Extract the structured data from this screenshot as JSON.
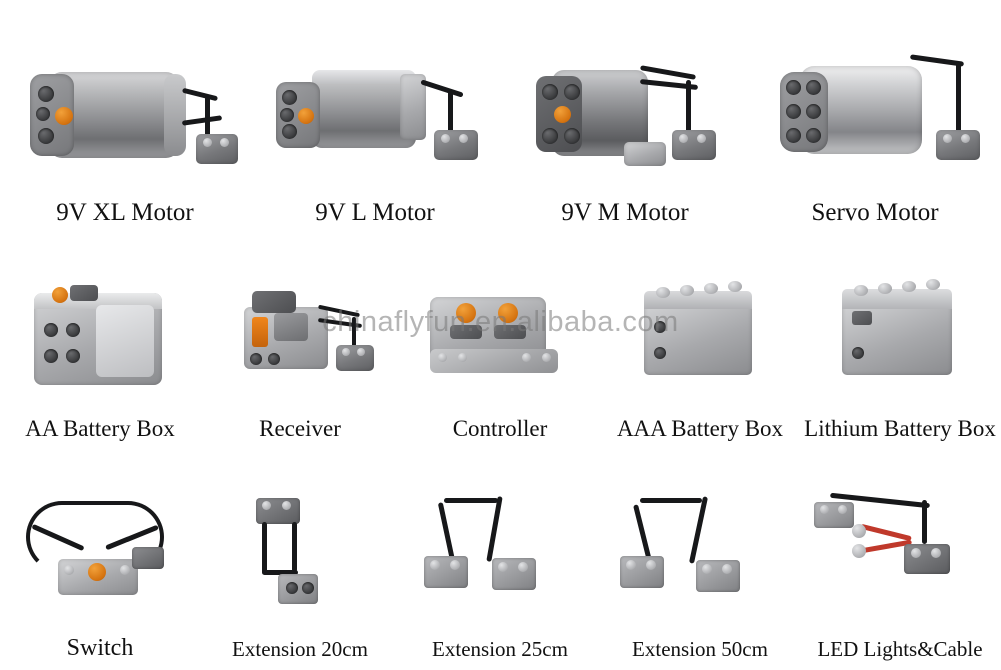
{
  "image": {
    "title": "Power Functions parts chart",
    "background_color": "#ffffff",
    "caption_color": "#111111"
  },
  "watermark": {
    "text": "chinaflyfun.en.alibaba.com",
    "color": "#787878"
  },
  "rows": [
    {
      "id": "row-motors",
      "items": [
        {
          "id": "9v-xl-motor",
          "label": "9V XL Motor",
          "art": "xl-motor"
        },
        {
          "id": "9v-l-motor",
          "label": "9V L Motor",
          "art": "l-motor"
        },
        {
          "id": "9v-m-motor",
          "label": "9V M Motor",
          "art": "m-motor"
        },
        {
          "id": "servo-motor",
          "label": "Servo Motor",
          "art": "servo-motor"
        }
      ]
    },
    {
      "id": "row-power",
      "items": [
        {
          "id": "aa-battery-box",
          "label": "AA Battery Box",
          "art": "aa-battery-box"
        },
        {
          "id": "receiver",
          "label": "Receiver",
          "art": "receiver"
        },
        {
          "id": "controller",
          "label": "Controller",
          "art": "controller"
        },
        {
          "id": "aaa-battery-box",
          "label": "AAA Battery Box",
          "art": "aaa-battery-box"
        },
        {
          "id": "lithium-battery-box",
          "label": "Lithium Battery Box",
          "art": "lithium-battery-box"
        }
      ]
    },
    {
      "id": "row-cables",
      "items": [
        {
          "id": "switch",
          "label": "Switch",
          "art": "switch"
        },
        {
          "id": "extension-20cm",
          "label": "Extension 20cm",
          "art": "extension-20"
        },
        {
          "id": "extension-25cm",
          "label": "Extension 25cm",
          "art": "extension-25"
        },
        {
          "id": "extension-50cm",
          "label": "Extension 50cm",
          "art": "extension-50"
        },
        {
          "id": "led-lights-cable",
          "label": "LED Lights&Cable",
          "art": "led-lights"
        }
      ]
    }
  ]
}
